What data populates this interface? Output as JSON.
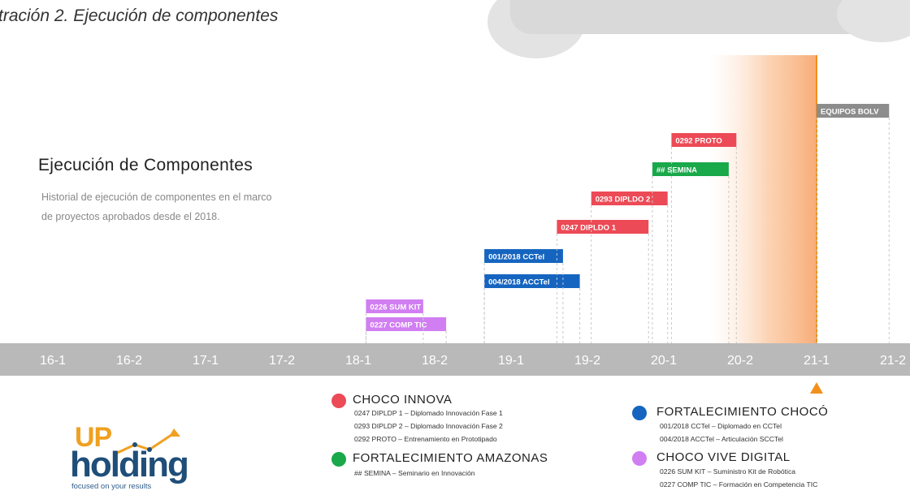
{
  "caption": "tración 2. Ejecución de componentes",
  "title": "Ejecución de Componentes",
  "description": "Historial de ejecución de componentes en el marco de proyectos aprobados desde el 2018.",
  "colors": {
    "red": "#ec4a56",
    "green": "#19a84a",
    "blue": "#1565c0",
    "purple": "#d07ef2",
    "gray": "#8c8c8c",
    "axis": "#b9b9b9",
    "orange": "#f2901c"
  },
  "chart_data": {
    "type": "timeline",
    "periods": [
      "16-1",
      "16-2",
      "17-1",
      "17-2",
      "18-1",
      "18-2",
      "19-1",
      "19-2",
      "20-1",
      "20-2",
      "21-1",
      "21-2"
    ],
    "current_period_marker": "21-1",
    "components": [
      {
        "label": "0227 COMP TIC",
        "group": "purple",
        "start": 4.1,
        "end": 5.15
      },
      {
        "label": "0226 SUM KIT",
        "group": "purple",
        "start": 4.1,
        "end": 4.85
      },
      {
        "label": "004/2018 ACCTel",
        "group": "blue",
        "start": 5.65,
        "end": 6.9
      },
      {
        "label": "001/2018 CCTel",
        "group": "blue",
        "start": 5.65,
        "end": 6.68
      },
      {
        "label": "0247 DIPLDO 1",
        "group": "red",
        "start": 6.6,
        "end": 7.8
      },
      {
        "label": "0293 DIPLDO 2",
        "group": "red",
        "start": 7.05,
        "end": 8.05
      },
      {
        "label": "## SEMINA",
        "group": "green",
        "start": 7.85,
        "end": 8.85
      },
      {
        "label": "0292 PROTO",
        "group": "red",
        "start": 8.1,
        "end": 8.95
      },
      {
        "label": "EQUIPOS BOLV",
        "group": "gray",
        "start": 10.0,
        "end": 10.95
      }
    ]
  },
  "legend": [
    {
      "title": "CHOCO INNOVA",
      "color": "red",
      "items": [
        "0247 DIPLDP 1 – Diplomado Innovación Fase 1",
        "0293 DIPLDP 2 – Diplomado Innovación Fase 2",
        "0292 PROTO – Entrenamiento en Prototipado"
      ]
    },
    {
      "title": "FORTALECIMIENTO AMAZONAS",
      "color": "green",
      "items": [
        "## SEMINA – Seminario en Innovación"
      ]
    },
    {
      "title": "FORTALECIMIENTO CHOCÓ",
      "color": "blue",
      "items": [
        "001/2018 CCTel – Diplomado en CCTel",
        "004/2018 ACCTel – Articulación SCCTel"
      ]
    },
    {
      "title": "CHOCO VIVE DIGITAL",
      "color": "purple",
      "items": [
        "0226 SUM KIT – Suministro Kit de Robótica",
        "0227 COMP TIC – Formación en Competencia TIC"
      ]
    }
  ],
  "logo": {
    "up": "UP",
    "holding": "holding",
    "tagline": "focused on your results"
  }
}
